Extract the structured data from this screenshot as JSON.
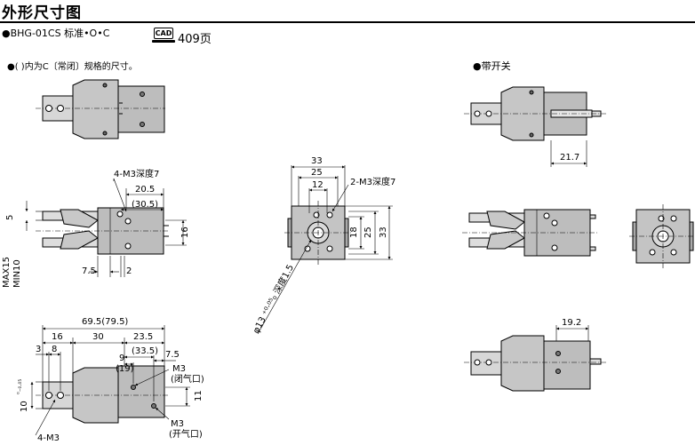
{
  "title": "外形尺寸图",
  "model_line": "●BHG-01CS 标准•O•C",
  "cad": {
    "label": "CAD",
    "page": "409页"
  },
  "note": "●(  )内为C〔常闭〕规格的尺寸。",
  "switch_label": "●带开关",
  "dims": {
    "d_4m3_depth7": "4-M3深度7",
    "d_20_5": "20.5",
    "d_30_5": "(30.5)",
    "d_5": "5",
    "d_16": "16",
    "d_7_5": "7.5",
    "d_2": "2",
    "d_max15": "MAX15",
    "d_min10": "MIN10",
    "d_33_top": "33",
    "d_25_top": "25",
    "d_12": "12",
    "d_2m3_depth7": "2-M3深度7",
    "d_18": "18",
    "d_25_side": "25",
    "d_33_side": "33",
    "d_phi": "φ13 ⁺⁰·⁰⁵₀ 深度1.5",
    "d_21_7": "21.7",
    "d_69_5": "69.5(79.5)",
    "d_16b": "16",
    "d_30": "30",
    "d_23_5": "23.5",
    "d_3": "3",
    "d_8": "8",
    "d_9": "9",
    "d_33_5": "(33.5)",
    "d_7_5b": "7.5",
    "d_19": "(19)",
    "d_m3_a": "M3",
    "d_close_port": "(闭气口)",
    "d_m3_b": "M3",
    "d_open_port": "(开气口)",
    "d_11": "11",
    "d_10": "10",
    "d_tol": "⁰₋₀.₀₅",
    "d_4m3_bot": "4-M3",
    "d_19_2": "19.2"
  }
}
